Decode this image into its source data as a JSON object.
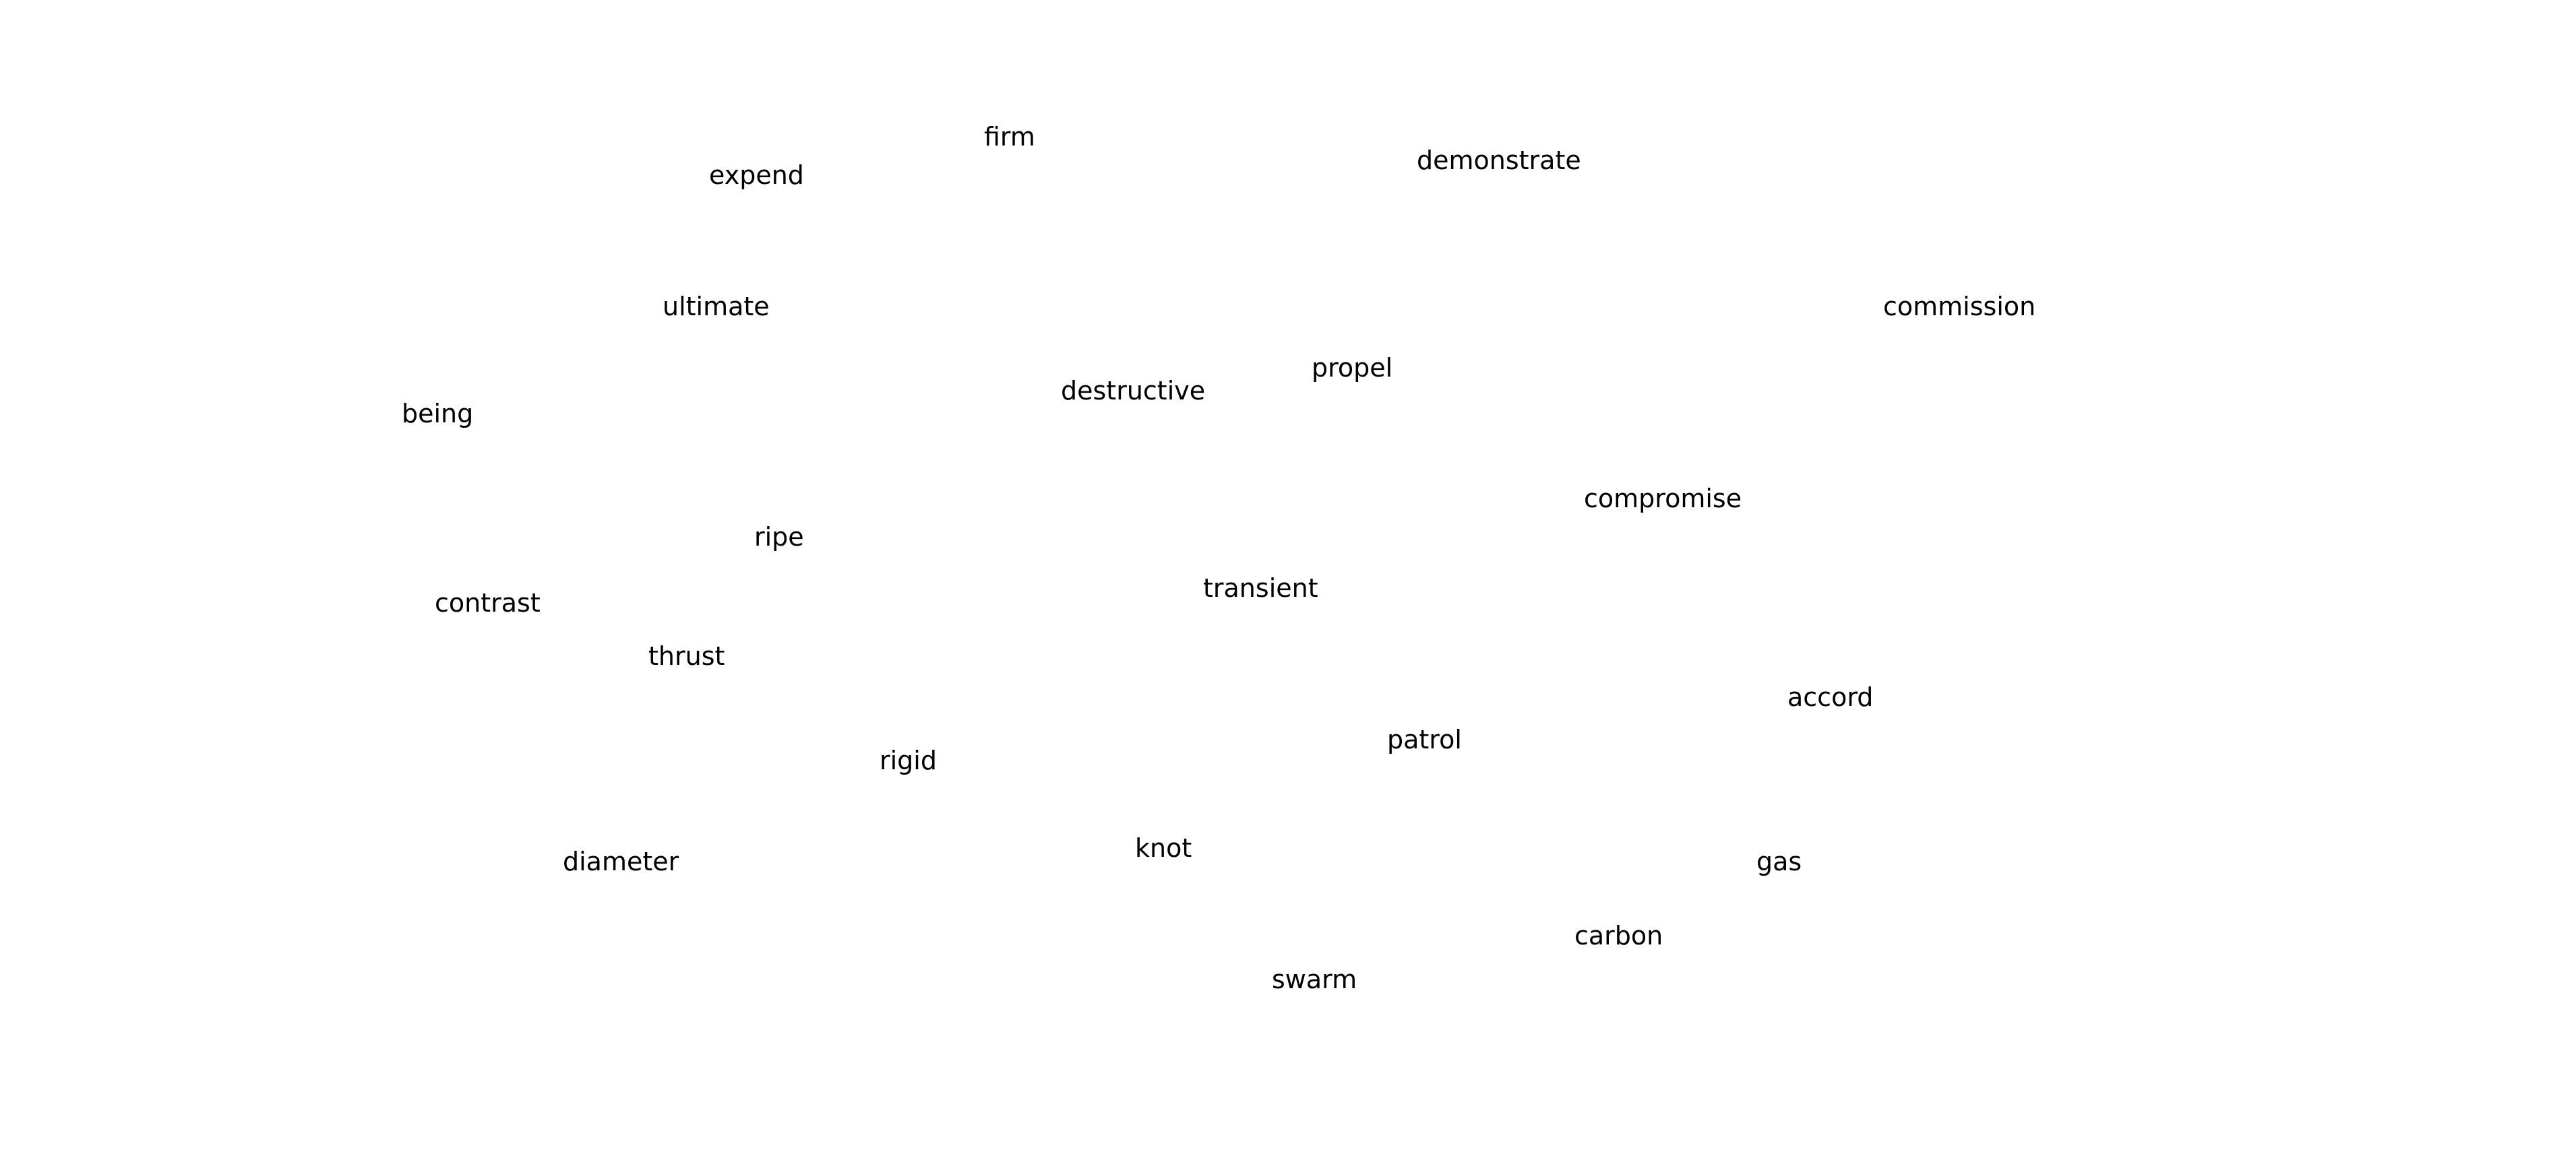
{
  "words": {
    "firm": "firm",
    "expend": "expend",
    "demonstrate": "demonstrate",
    "ultimate": "ultimate",
    "commission": "commission",
    "propel": "propel",
    "destructive": "destructive",
    "being": "being",
    "compromise": "compromise",
    "ripe": "ripe",
    "transient": "transient",
    "contrast": "contrast",
    "thrust": "thrust",
    "accord": "accord",
    "patrol": "patrol",
    "rigid": "rigid",
    "knot": "knot",
    "diameter": "diameter",
    "gas": "gas",
    "carbon": "carbon",
    "swarm": "swarm"
  },
  "colors": {
    "background": "#ffffff",
    "text": "#000000"
  }
}
